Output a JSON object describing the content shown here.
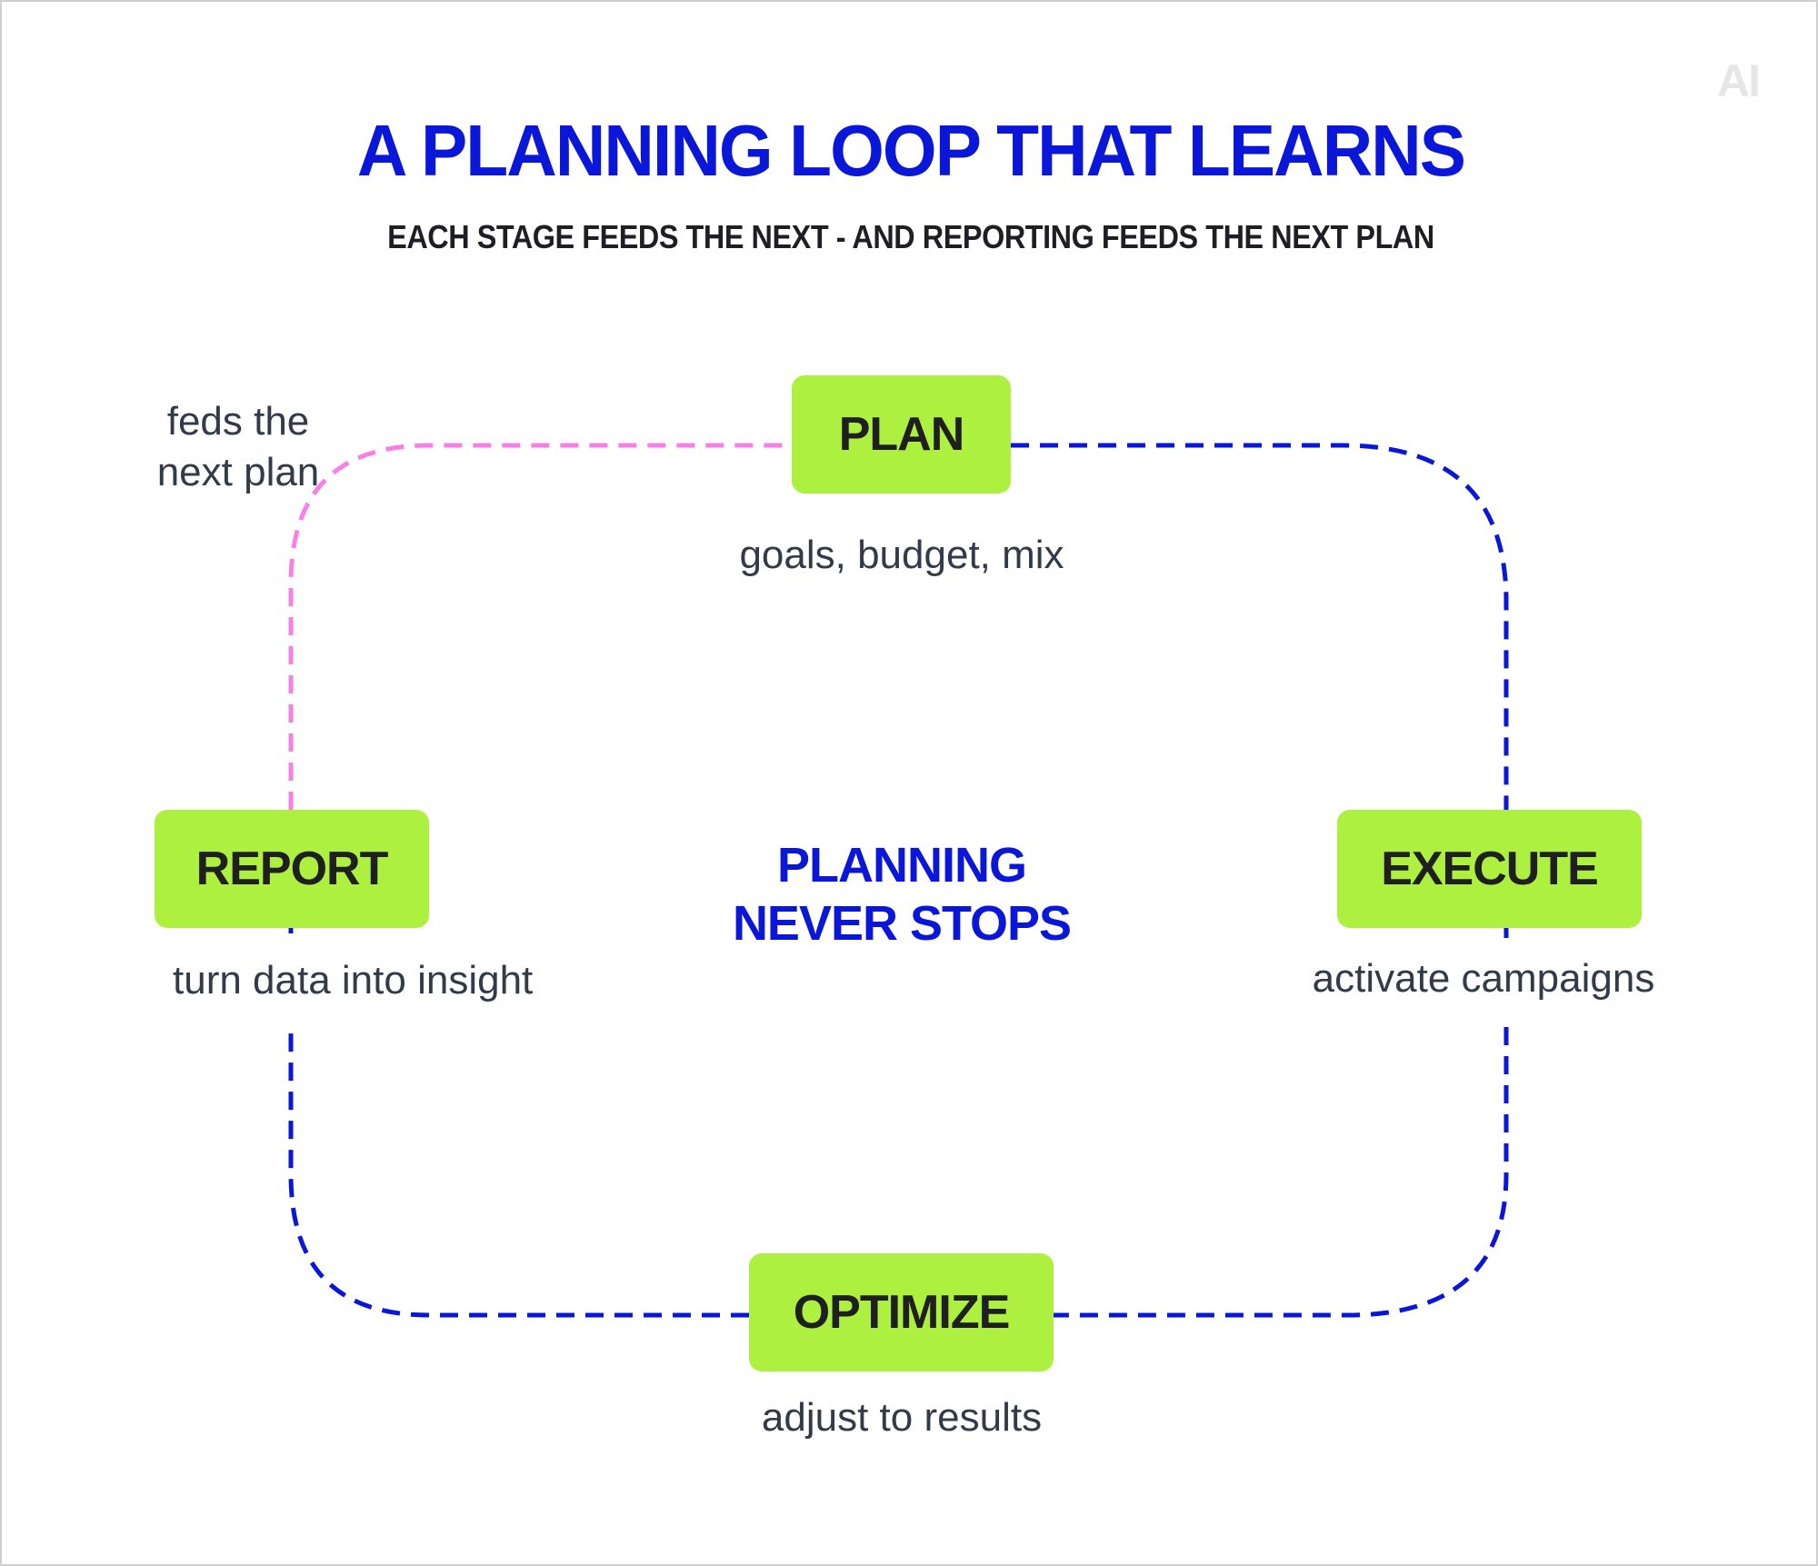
{
  "logo": {
    "text": "AI"
  },
  "header": {
    "title": "A PLANNING LOOP THAT LEARNS",
    "subtitle": "EACH STAGE FEEDS THE NEXT - AND REPORTING FEEDS THE NEXT PLAN"
  },
  "stages": [
    {
      "label": "PLAN",
      "caption": "goals, budget, mix"
    },
    {
      "label": "EXECUTE",
      "caption": "activate campaigns"
    },
    {
      "label": "OPTIMIZE",
      "caption": "adjust to results"
    },
    {
      "label": "REPORT",
      "caption": "turn data into insight"
    }
  ],
  "feedback_note": {
    "line1": "feds the",
    "line2": "next plan"
  },
  "center": {
    "line1": "PLANNING",
    "line2": "NEVER STOPS"
  },
  "colors": {
    "title": "#0a16d8",
    "loop_line": "#0a16d8",
    "feedback_line": "#f77fe6",
    "stage_fill": "#adf03f",
    "caption_text": "#333b48"
  }
}
